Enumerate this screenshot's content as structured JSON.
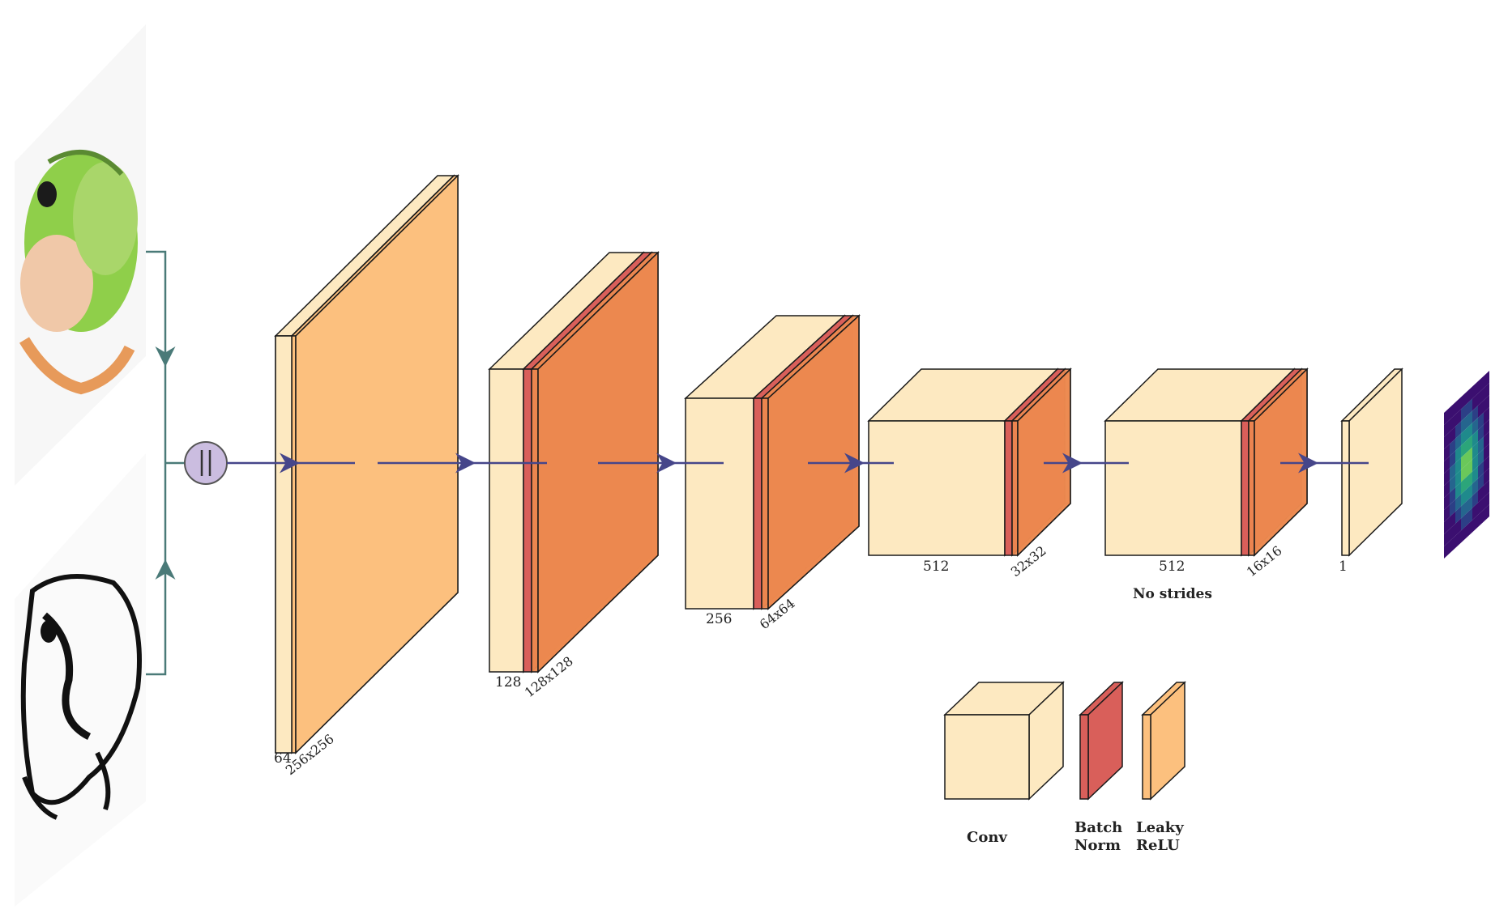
{
  "colors": {
    "conv": "#fde9c1",
    "conv_edge": "#1a1a1a",
    "batchnorm": "#d95f5a",
    "leaky_relu": "#fcc07e",
    "relu_dark": "#ec884f",
    "arrow": "#46468a",
    "branch": "#4a7a78",
    "concat_fill": "#cbbde0"
  },
  "icons": {
    "photo": "frog-photo-icon",
    "sketch": "frog-sketch-icon",
    "concat": "concat-icon",
    "output": "heatmap-output-icon"
  },
  "layers": [
    {
      "channels": "64",
      "size": "256x256"
    },
    {
      "channels": "128",
      "size": "128x128"
    },
    {
      "channels": "256",
      "size": "64x64"
    },
    {
      "channels": "512",
      "size": "32x32"
    },
    {
      "channels": "512",
      "size": "16x16",
      "note": "No strides"
    },
    {
      "channels": "1"
    }
  ],
  "legend": {
    "conv": "Conv",
    "batchnorm_line1": "Batch",
    "batchnorm_line2": "Norm",
    "relu_line1": "Leaky",
    "relu_line2": "ReLU"
  }
}
